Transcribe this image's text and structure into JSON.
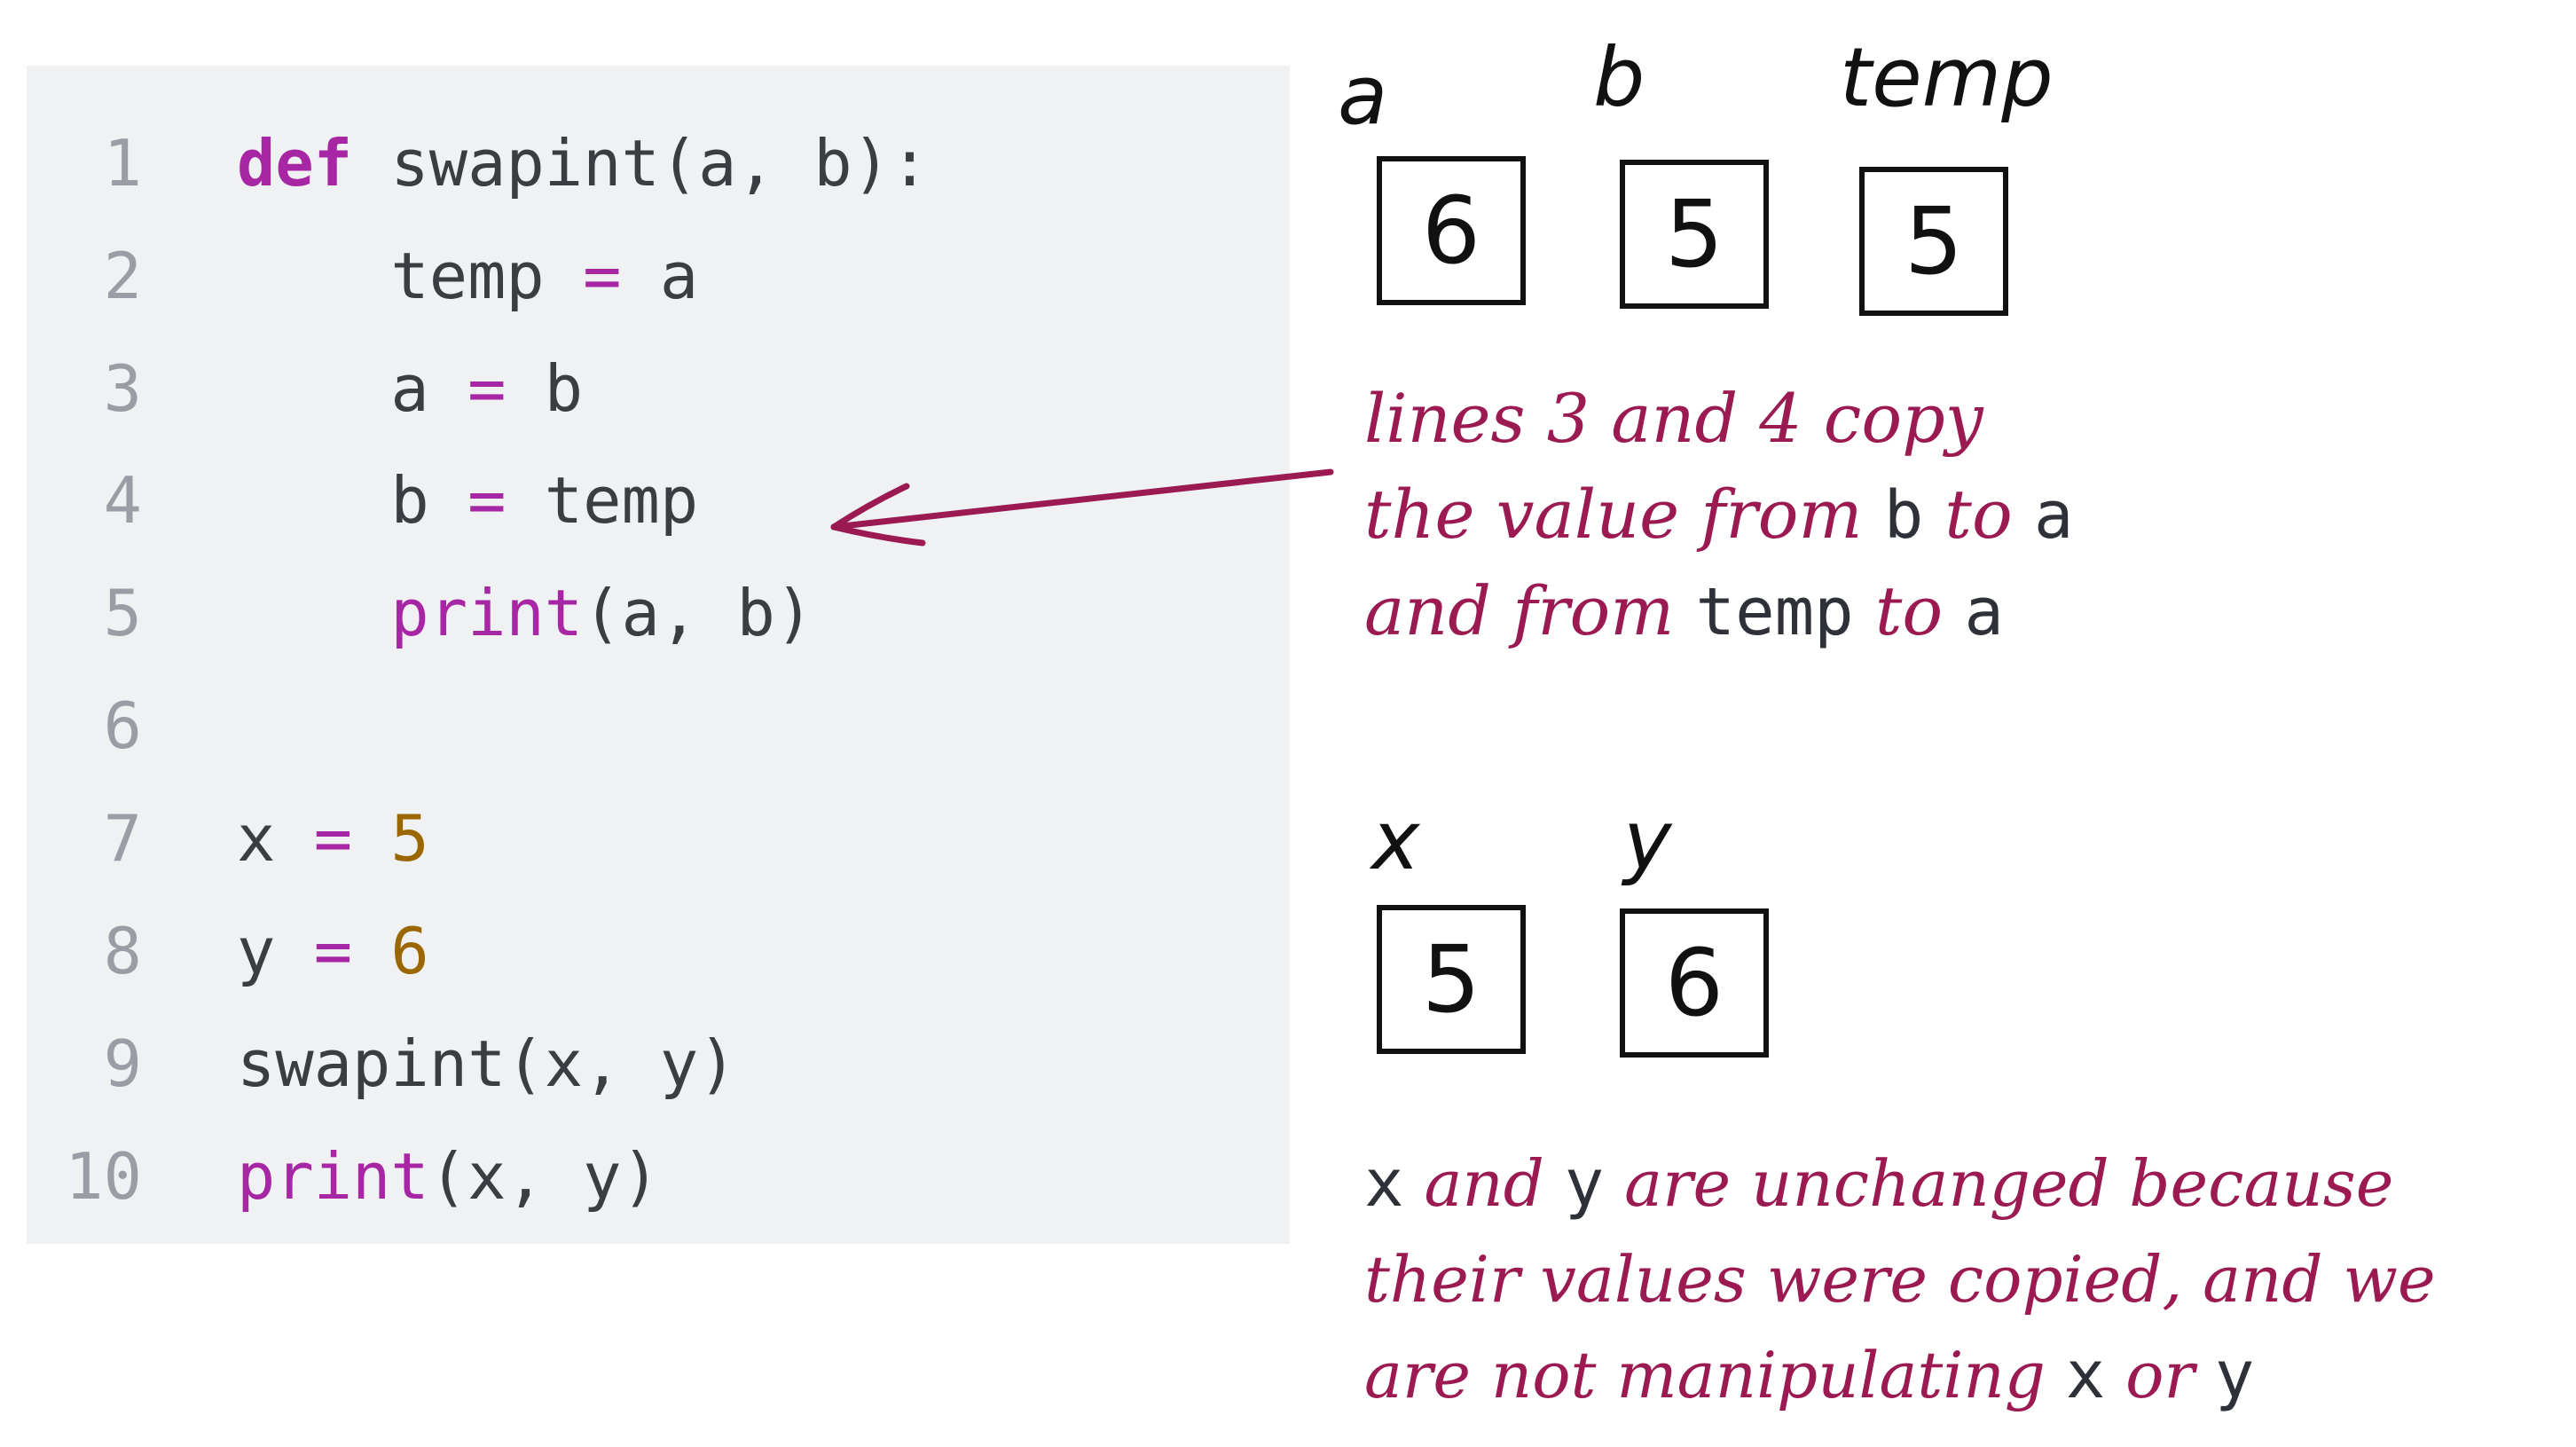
{
  "code": {
    "lines": [
      {
        "num": "1",
        "tokens": [
          {
            "t": "def",
            "c": "kw"
          },
          {
            "t": " swapint(a, b):",
            "c": "plain"
          }
        ]
      },
      {
        "num": "2",
        "tokens": [
          {
            "t": "    temp ",
            "c": "plain"
          },
          {
            "t": "=",
            "c": "op"
          },
          {
            "t": " a",
            "c": "plain"
          }
        ]
      },
      {
        "num": "3",
        "tokens": [
          {
            "t": "    a ",
            "c": "plain"
          },
          {
            "t": "=",
            "c": "op"
          },
          {
            "t": " b",
            "c": "plain"
          }
        ]
      },
      {
        "num": "4",
        "tokens": [
          {
            "t": "    b ",
            "c": "plain"
          },
          {
            "t": "=",
            "c": "op"
          },
          {
            "t": " temp",
            "c": "plain"
          }
        ]
      },
      {
        "num": "5",
        "tokens": [
          {
            "t": "    ",
            "c": "plain"
          },
          {
            "t": "print",
            "c": "fn"
          },
          {
            "t": "(a, b)",
            "c": "plain"
          }
        ]
      },
      {
        "num": "6",
        "tokens": []
      },
      {
        "num": "7",
        "tokens": [
          {
            "t": "x ",
            "c": "plain"
          },
          {
            "t": "=",
            "c": "op"
          },
          {
            "t": " ",
            "c": "plain"
          },
          {
            "t": "5",
            "c": "num"
          }
        ]
      },
      {
        "num": "8",
        "tokens": [
          {
            "t": "y ",
            "c": "plain"
          },
          {
            "t": "=",
            "c": "op"
          },
          {
            "t": " ",
            "c": "plain"
          },
          {
            "t": "6",
            "c": "num"
          }
        ]
      },
      {
        "num": "9",
        "tokens": [
          {
            "t": "swapint(x, y)",
            "c": "plain"
          }
        ]
      },
      {
        "num": "10",
        "tokens": [
          {
            "t": "print",
            "c": "fn"
          },
          {
            "t": "(x, y)",
            "c": "plain"
          }
        ]
      }
    ]
  },
  "function_vars": {
    "a": {
      "label": "a",
      "value": "6"
    },
    "b": {
      "label": "b",
      "value": "5"
    },
    "temp": {
      "label": "temp",
      "value": "5"
    }
  },
  "caller_vars": {
    "x": {
      "label": "x",
      "value": "5"
    },
    "y": {
      "label": "y",
      "value": "6"
    }
  },
  "note_top": {
    "line1": "lines 3 and 4 copy",
    "line2_pre": "the value from ",
    "line2_code1": "b",
    "line2_mid": " to ",
    "line2_code2": "a",
    "line3_pre": "and from ",
    "line3_code1": "temp",
    "line3_mid": " to ",
    "line3_code2": "a"
  },
  "note_bottom": {
    "line1_code1": "x",
    "line1_mid": " and ",
    "line1_code2": "y",
    "line1_post": " are unchanged because",
    "line2": "their values were copied, and we",
    "line3_pre": "are not manipulating ",
    "line3_code1": "x",
    "line3_mid": " or ",
    "line3_code2": "y"
  },
  "colors": {
    "annotation": "#9b1a52",
    "keyword": "#a626a4",
    "number": "#9a6700",
    "code_text": "#3a3d42",
    "line_number": "#9a9ea4",
    "panel_bg": "#f0f1f3"
  }
}
